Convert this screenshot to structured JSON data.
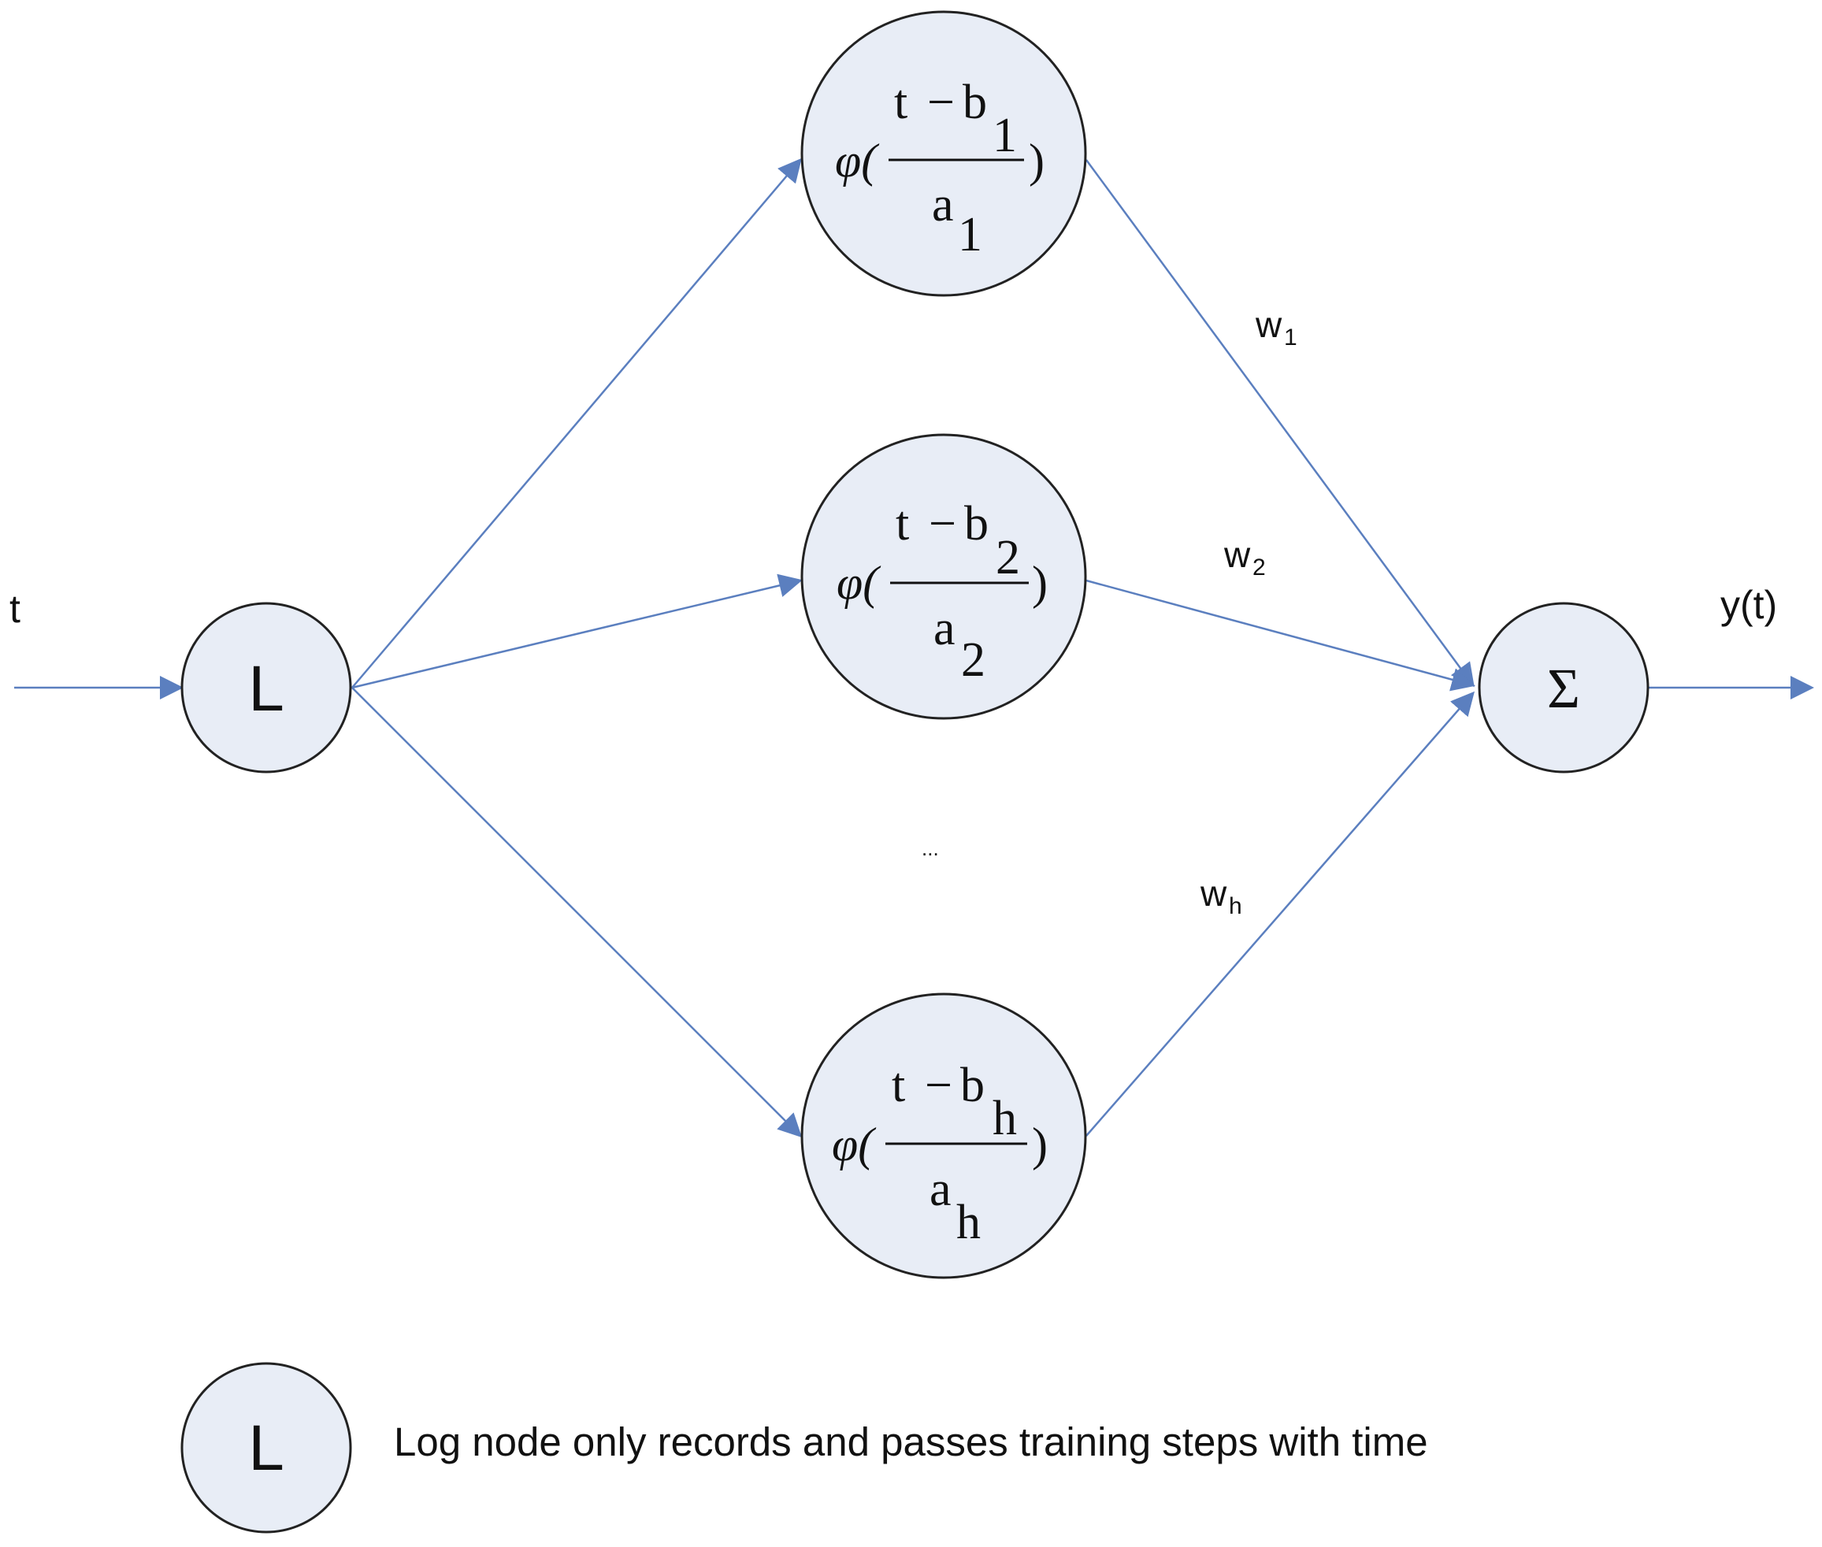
{
  "colors": {
    "edge": "#5b7fbf",
    "node_fill": "#e8edf6",
    "node_stroke": "#222222"
  },
  "input": {
    "label": "t"
  },
  "log_node": {
    "symbol": "L"
  },
  "hidden_nodes": [
    {
      "phi": "φ(",
      "numerator_t": "t",
      "minus": "−",
      "numerator_b": "b",
      "numerator_sub": "1",
      "close": ")",
      "denominator_a": "a",
      "denominator_sub": "1"
    },
    {
      "phi": "φ(",
      "numerator_t": "t",
      "minus": "−",
      "numerator_b": "b",
      "numerator_sub": "2",
      "close": ")",
      "denominator_a": "a",
      "denominator_sub": "2"
    },
    {
      "phi": "φ(",
      "numerator_t": "t",
      "minus": "−",
      "numerator_b": "b",
      "numerator_sub": "h",
      "close": ")",
      "denominator_a": "a",
      "denominator_sub": "h"
    }
  ],
  "ellipsis": "...",
  "weights": [
    {
      "base": "w",
      "sub": "1"
    },
    {
      "base": "w",
      "sub": "2"
    },
    {
      "base": "w",
      "sub": "h"
    }
  ],
  "sum_node": {
    "symbol": "Σ"
  },
  "output": {
    "label": "y(t)"
  },
  "legend": {
    "symbol": "L",
    "text": "Log node only records and passes training steps with time"
  }
}
